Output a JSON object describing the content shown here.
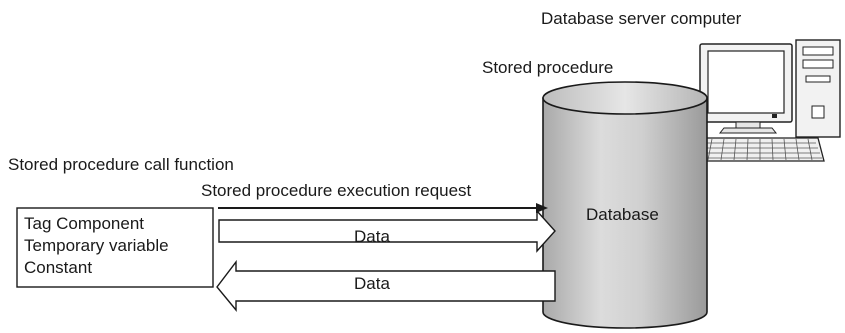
{
  "labels": {
    "db_server": "Database server computer",
    "stored_procedure": "Stored procedure",
    "call_function": "Stored procedure call function",
    "execution_request": "Stored procedure execution request",
    "database": "Database",
    "data_to_db": "Data",
    "data_from_db": "Data"
  },
  "source_box": {
    "lines": [
      "Tag Component",
      "Temporary variable",
      "Constant"
    ]
  },
  "icons": {
    "computer": "desktop-computer-icon",
    "database": "database-cylinder-icon"
  }
}
